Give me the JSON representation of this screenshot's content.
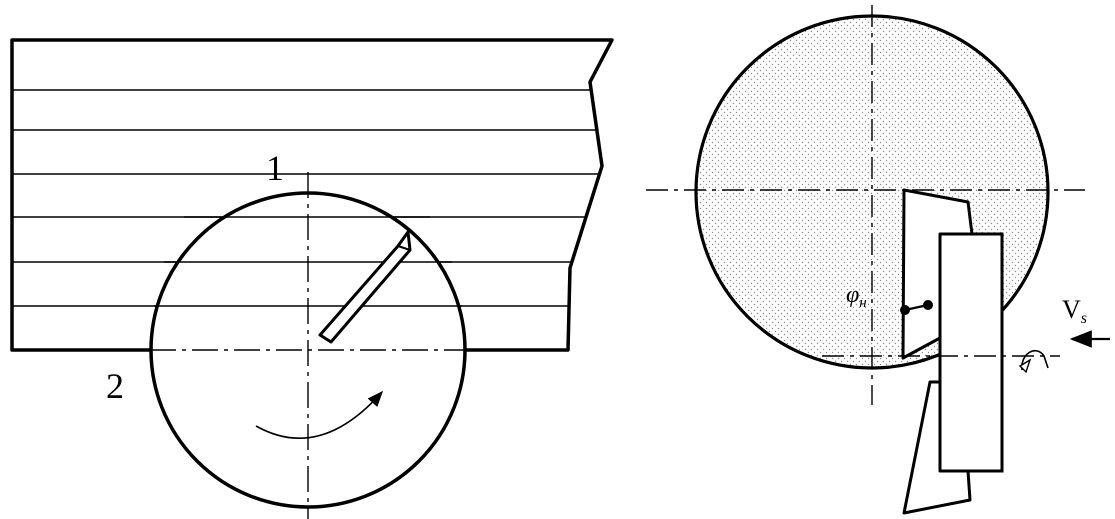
{
  "figure_left": {
    "label_1": "1",
    "label_2": "2"
  },
  "figure_right": {
    "angle_symbol": "φ",
    "angle_subscript": "н",
    "velocity_symbol": "V",
    "velocity_subscript": "s"
  },
  "colors": {
    "ink": "#000000",
    "dot_fill": "#999999"
  }
}
